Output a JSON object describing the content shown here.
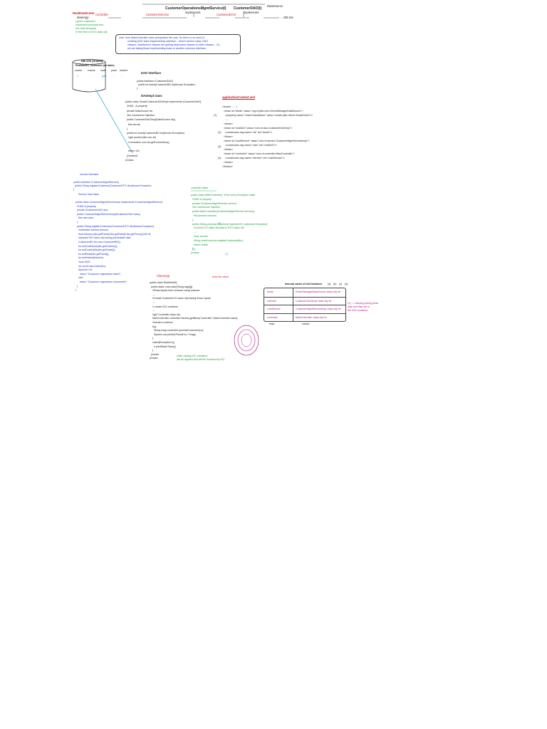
{
  "top_flow": {
    "cust_service_call": "CustomerOperationsMgmtService(I)",
    "implements_label": "implements",
    "cust_dao_call": "CustomerDAO(I)",
    "implements_label_2": "implements",
    "main_app_label": "RealtimeDI.test",
    "main_app_sub": "MainApp",
    "controller_label": "Controller",
    "service_label": "CustomerService",
    "dao_label": "CustomerDAO",
    "db_label": "DB s/w",
    "datasource_label": "DataSource",
    "arrow_end": "→ DB s/w",
    "ui_comment_1": "( given customer)",
    "ui_comment_2": "customer's principal amt,",
    "ui_comment_3": "intr, time as inputs",
    "ui_comment_4": "in the form of DTO class obj"
  },
  "note_box": {
    "line1": "note: from MainController class perspective the user, So there is no need of",
    "line2": "creating DAO class implementing interface... where service class, DAO",
    "line3": "classes, DataSource classes are getting dependent classes to other classes... So",
    "line4": "we are taking those implementing class or another common interface."
  },
  "db_table": {
    "caption": "DB s/w (oracle)",
    "table_name": "RealtimeDI_Customer (db table)",
    "columns": [
      "custId",
      "cname",
      "cadd",
      "pamt",
      "intramt"
    ],
    "row": [
      "1",
      "...",
      "(pk)",
      "...",
      "..."
    ]
  },
  "dao_interface": {
    "heading": "DAO Interface",
    "lines": [
      "public interface ICustomerDAO{",
      "  public int insert(CustomerBO bo)throws Exception;",
      "}"
    ]
  },
  "dao_impl": {
    "heading": "DAOImpl class",
    "lines": [
      "public class OracleCustomerDAOImpl implements ICustomerDAO{",
      "  //HAS - A property",
      "  private DataSource ds;",
      "  //for constructor injection",
      "  public CustomerDAOImpl(DataSource ds){",
      "    this.ds=ds;",
      "  }",
      "  public int insert(CustomerBO bo)throws Exception{",
      "    //get pooled jdbc con obj",
      "    Connection con=ds.getConnection();",
      "    ...",
      "    return 1/0;",
      "  }//method",
      "}//class"
    ]
  },
  "appctx": {
    "heading": "applicationContext.xml",
    "lines": [
      "<beans ..... >",
      "  <bean id=\"dmds\" class=\"org.sf.jdbc.core.DriverManagerDataSource\">",
      "    <property name=\"driverClassName\" value=\"oracle.jdbc.driver.OracleDriver\"/>",
      "    .....",
      "  </bean>",
      "  <bean id=\"oraDAO\" class=\"com.nt.dao.CustomerDAOImpl\">",
      "    <constructor-arg name=\"ds\" ref=\"dmds\"/>",
      "  </bean>",
      "  <bean id=\"custService\" class=\"com.nt.service.CustomerMgmtServiceImpl\">",
      "    <constructor-arg name=\"dao\" ref=\"oraDAO\"/>",
      "  </bean>",
      "  <bean id=\"controller\" class=\"com.nt.controller.MainController\">",
      "    <constructor-arg name=\"service\" ref=\"custService\"/>",
      "  </bean>",
      "</beans>"
    ],
    "markers": [
      "(1)",
      "(2)",
      "(3)",
      "(4)"
    ]
  },
  "service_interface": {
    "heading": "service Interface",
    "lines": [
      "public interface ICustomerMgmtService{",
      "  public String registerCustomer(CustomerDTO dto)throws Exception;",
      "}"
    ]
  },
  "service_impl": {
    "heading": "Service Impl class",
    "lines": [
      "public class CustomerMgmtServiceImpl implements ICustomerMgmtService{",
      "  //HAS-A property",
      "  private ICustomerDAO dao;",
      "  public CustomerMgmtServiceImpl(ICustomerDAO dao){",
      "    this.dao=dao;",
      "  }",
      "  public String registerCustomer(CustomerDTO dto)throws Exception{",
      "    //calculate interest amount",
      "    float intramt=(dto.getPamt()*dto.getRate()*dto.getTime())/100.0f;",
      "    //prepare BO class obj having persistable data",
      "    CustomerBO bo=new CustomerBO();",
      "    bo.setCustName(dto.getCname());",
      "    bo.setCustAddrs(dto.getCadd());",
      "    bo.setPamt(dto.getPamt());",
      "    bo.setIntrAmt(intramt);",
      "    //use DAO",
      "    int count=dao.insert(bo);",
      "    if(count==0)",
      "      return \"Customer registration failed\";",
      "    else",
      "      return \"Customer registration succeeded\";",
      "  }",
      "}"
    ]
  },
  "controller": {
    "heading": "controller class",
    "lines": [
      "public class MainController{  //Fdo every Exception class",
      "  //HAS-A property",
      "  private ICustomerMgmtService service;",
      "  //for constructor injection",
      "  public MainController(ICustomerMgmtService service){",
      "    this.service=service;",
      "  }",
      "  public String processCustomer(CustomerVO vo)throws Exception{",
      "    //convert VO class obj data to DTO class obj",
      "    ....",
      "    //use service",
      "    String result=service.registerCustomer(dto);",
      "    return result;",
      "  }",
      "}//class"
    ],
    "markers": [
      "(5)",
      "(6)",
      "(7)"
    ]
  },
  "main_app": {
    "heading": "ClientApp",
    "sub": "from the client",
    "lines": [
      "public class RealtimeDI{",
      "  public static void main(String args[]){",
      "    //Read inputs from enduser using scanner",
      "    ....",
      "    //Create CustomerVO class obj having those inputs",
      "    ....",
      "    // create IOC container",
      "    ....",
      "    //get Controller class obj",
      "    MainController controller=factory.getBean(\"controller\",MainController.class);",
      "    //invoke b.method",
      "    try{",
      "      String msg=controller.processCustomer(vo);",
      "      System.out.println(\"Result is=\"+msg);",
      "    }",
      "    catch(Exception e){",
      "      e.printStackTrace();",
      "    }",
      "  }//main",
      "}//class"
    ],
    "closing_note_1": "while closing IOC container",
    "closing_note_2": "will be applied and will be removed by IOC"
  },
  "ioc_table": {
    "heading": "Internal cache of IoCContainer",
    "rows": [
      [
        "dmds",
        "DriverManagerDataSource class obj ref"
      ],
      [
        "oraDAO",
        "CustomerDAOImpl class obj ref"
      ],
      [
        "custService",
        "CustomerMgmtServiceImpl class obj ref"
      ],
      [
        "controller",
        "MainController class obj ref"
      ]
    ],
    "col_keys": "keys",
    "col_values": "values",
    "side_note_1": "(1) --> keeping spring bean",
    "side_note_2": "objs and their ids in",
    "side_note_3": "the IOC container",
    "markers": [
      "(a)",
      "(b)",
      "(c)",
      "(d)"
    ]
  },
  "colors": {
    "red": "#d0161c",
    "green": "#1f9a3a",
    "blue": "#1f35c8",
    "magenta": "#b0208c",
    "cyan": "#19a1c9"
  }
}
